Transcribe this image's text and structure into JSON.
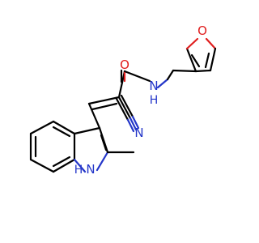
{
  "molecule": {
    "colors": {
      "bond": "#000000",
      "oxygen": "#e01e1e",
      "nitrogen": "#2436c9"
    },
    "labels": {
      "carbonyl_oxygen": "O",
      "amide_nh": "N",
      "amide_h": "H",
      "nitrile_n": "N",
      "furan_oxygen": "O",
      "indole_h": "H",
      "indole_n": "N"
    }
  }
}
